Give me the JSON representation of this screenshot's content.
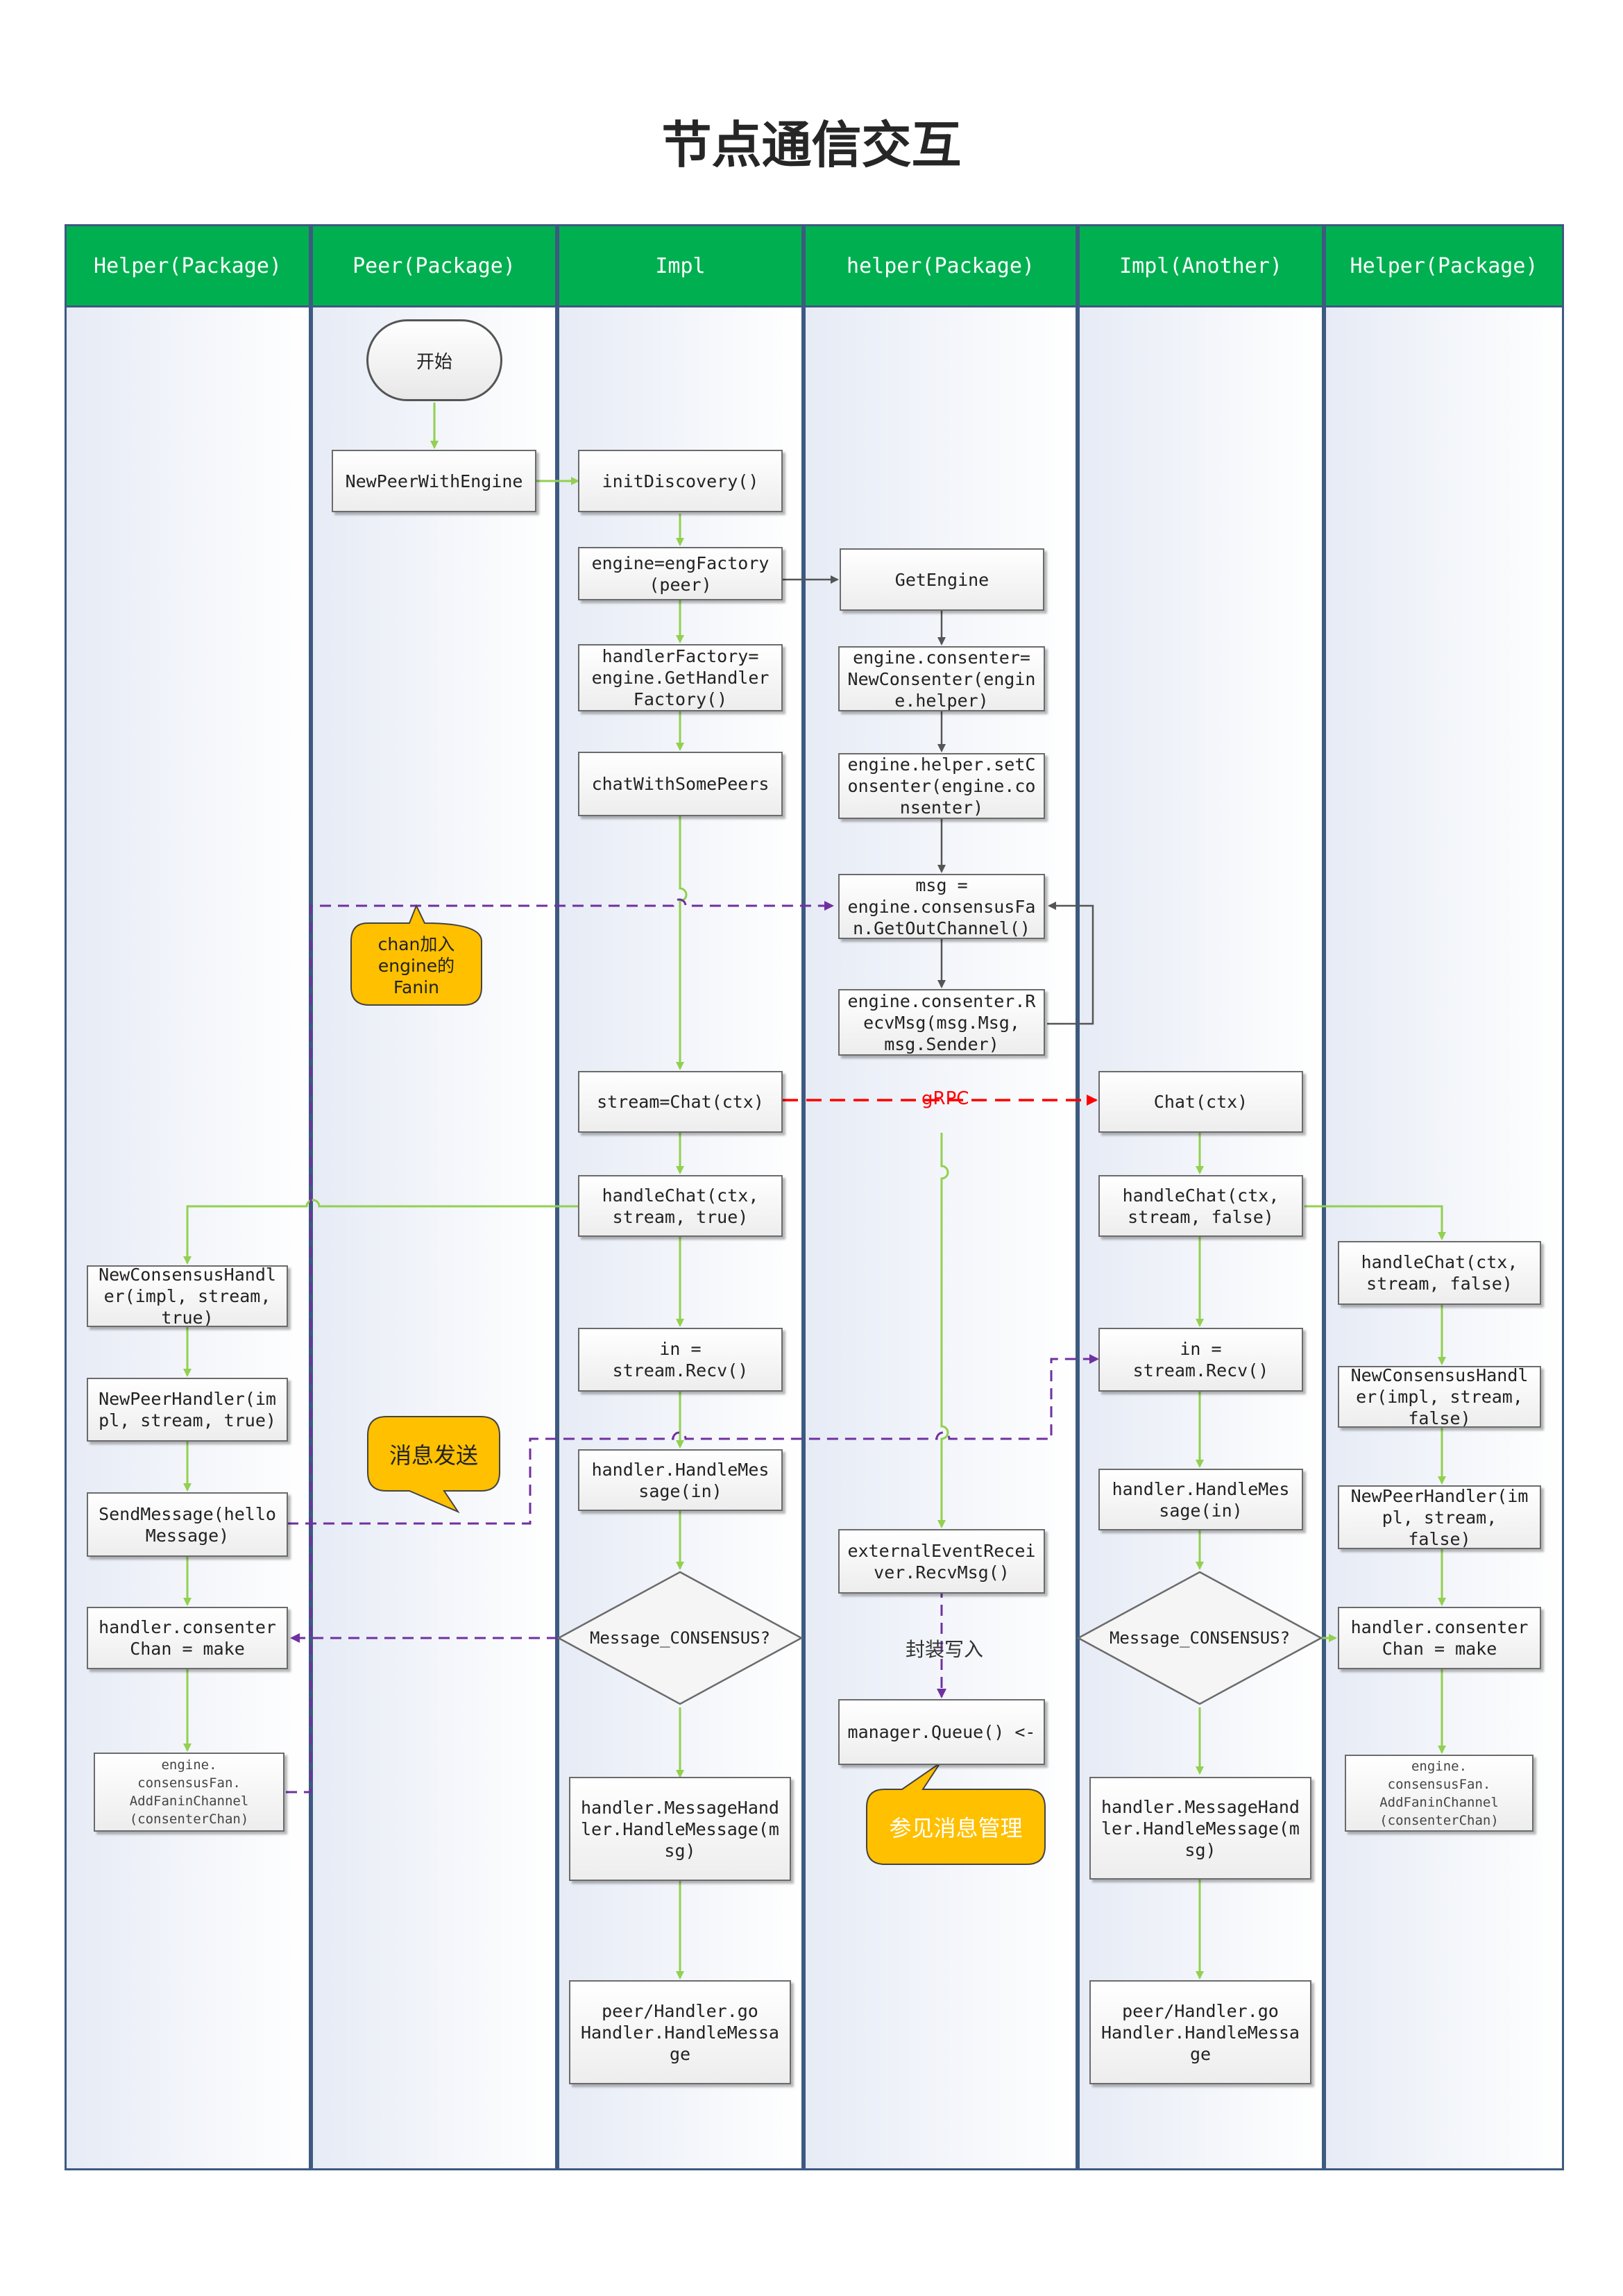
{
  "title": "节点通信交互",
  "lanes": [
    "Helper(Package)",
    "Peer(Package)",
    "Impl",
    "helper(Package)",
    "Impl(Another)",
    "Helper(Package)"
  ],
  "start": "开始",
  "nodes": {
    "newPeerWithEngine": "NewPeerWithEngine",
    "initDiscovery": "initDiscovery()",
    "engineFactory": "engine=engFactory\n(peer)",
    "handlerFactory": "handlerFactory=\nengine.GetHandler\nFactory()",
    "chatWithSomePeers": "chatWithSomePeers",
    "streamChat": "stream=Chat(ctx)",
    "handleChat": "handleChat(ctx,\nstream, true)",
    "streamRecv": "in =\nstream.Recv()",
    "handleMessage": "handler.HandleMes\nsage(in)",
    "decision": "Message_CONSENSUS?",
    "messageHandler": "handler.MessageHand\nler.HandleMessage(m\nsg)",
    "peerHandler": "peer/Handler.go\nHandler.HandleMessa\nge",
    "getEngine": "GetEngine",
    "newConsenter": "engine.consenter=\nNewConsenter(engin\ne.helper)",
    "setConsenter": "engine.helper.setC\nonsenter(engine.co\nnsenter)",
    "getOutChannel": "msg =\nengine.consensusFa\nn.GetOutChannel()",
    "recvMsg": "engine.consenter.R\necvMsg(msg.Msg,\nmsg.Sender)",
    "externalRecv": "externalEventRecei\nver.RecvMsg()",
    "managerQueue": "manager.Queue() <-",
    "left_newConsensusHandler": "NewConsensusHandl\ner(impl, stream,\ntrue)",
    "left_newPeerHandler": "NewPeerHandler(im\npl, stream, true)",
    "left_sendMessage": "SendMessage(hello\nMessage)",
    "left_consenterChan": "handler.consenter\nChan = make",
    "left_addFanin": "engine.\nconsensusFan.\nAddFaninChannel\n(consenterChan)",
    "r_chat": "Chat(ctx)",
    "r_handleChat": "handleChat(ctx,\nstream, false)",
    "r_streamRecv": "in =\nstream.Recv()",
    "r_handleMessage": "handler.HandleMes\nsage(in)",
    "r_decision": "Message_CONSENSUS?",
    "r_messageHandler": "handler.MessageHand\nler.HandleMessage(m\nsg)",
    "r_peerHandler": "peer/Handler.go\nHandler.HandleMessa\nge",
    "rr_handleChat": "handleChat(ctx,\nstream, false)",
    "rr_newConsensusHandler": "NewConsensusHandl\ner(impl, stream,\nfalse)",
    "rr_newPeerHandler": "NewPeerHandler(im\npl, stream,\nfalse)",
    "rr_consenterChan": "handler.consenter\nChan = make",
    "rr_addFanin": "engine.\nconsensusFan.\nAddFaninChannel\n(consenterChan)"
  },
  "labels": {
    "grpc": "gRPC",
    "wrap": "封装写入"
  },
  "callouts": {
    "fanin": "chan加入\nengine的\nFanin",
    "send": "消息发送",
    "manage": "参见消息管理"
  },
  "colors": {
    "header": "#00b050",
    "border": "#3d5a80",
    "flow": "#92d050",
    "dashed": "#7030a0",
    "rpc": "#ff0000",
    "callout": "#ffc000",
    "arrowDark": "#555555"
  }
}
